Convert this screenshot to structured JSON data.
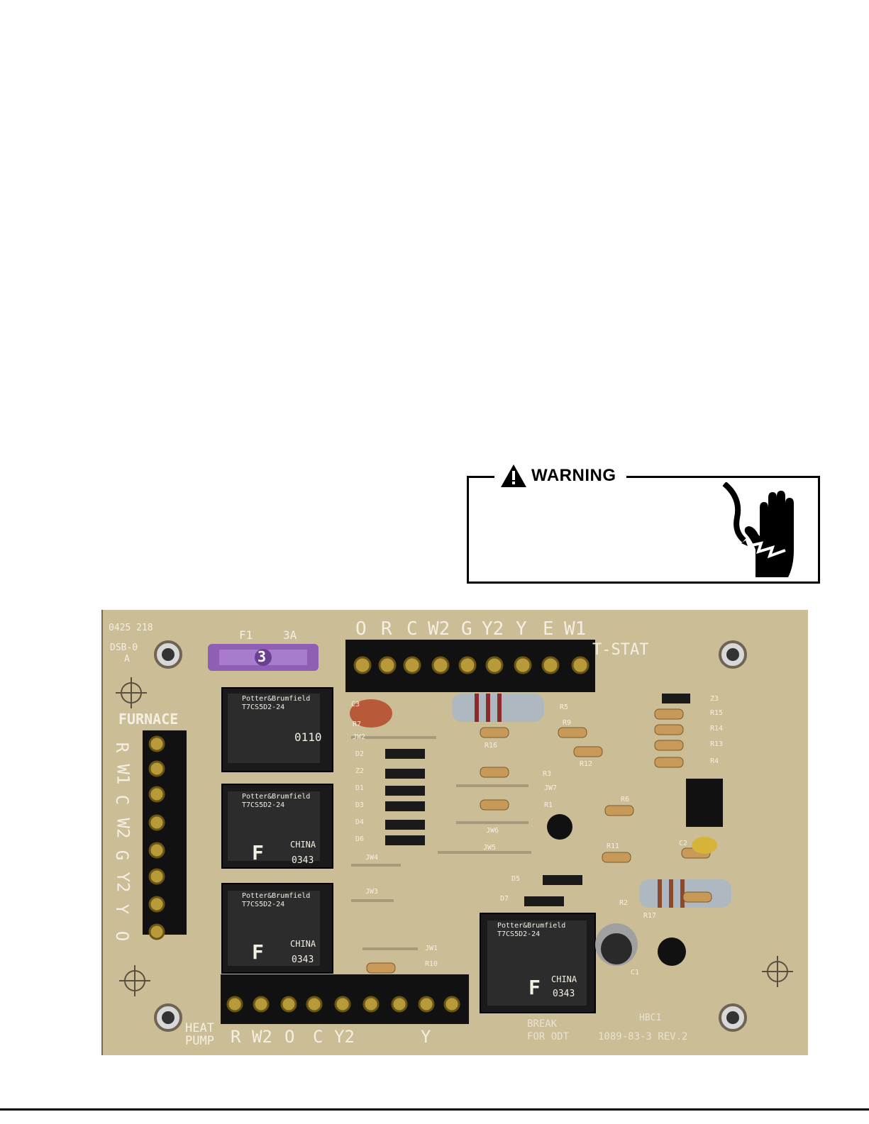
{
  "warning": {
    "title": "WARNING",
    "icons": [
      "warning-triangle-icon",
      "electric-shock-hand-icon"
    ]
  },
  "board": {
    "tstat_terminals": [
      "O",
      "R",
      "C",
      "W2",
      "G",
      "Y2",
      "Y",
      "E",
      "W1"
    ],
    "tstat_label": "T-STAT",
    "furnace_label": "FURNACE",
    "furnace_terminals": [
      "R",
      "W1",
      "C",
      "W2",
      "G",
      "Y2",
      "Y",
      "O"
    ],
    "fuse_label": "F1",
    "fuse_rating": "3A",
    "fuse_number": "3",
    "corner_code": "0425 218",
    "corner_code2": "DSB-0",
    "corner_code3": "A",
    "heat_pump_label_1": "HEAT",
    "heat_pump_label_2": "PUMP",
    "heat_pump_terminals": [
      "R",
      "W2",
      "O",
      "C",
      "Y2",
      "",
      "",
      "Y",
      ""
    ],
    "break_label_1": "BREAK",
    "break_label_2": "FOR ODT",
    "part_number": "1089-83-3 REV.2",
    "board_name": "HBC1",
    "relays": [
      {
        "brand": "Potter&Brumfield",
        "model": "T7CS5D2-24",
        "code": "0110"
      },
      {
        "brand": "Potter&Brumfield",
        "model": "T7CS5D2-24",
        "origin": "CHINA",
        "code": "0343",
        "mark": "F"
      },
      {
        "brand": "Potter&Brumfield",
        "model": "T7CS5D2-24",
        "origin": "CHINA",
        "code": "0343",
        "mark": "F"
      },
      {
        "brand": "Potter&Brumfield",
        "model": "T7CS5D2-24",
        "origin": "CHINA",
        "code": "0343",
        "mark": "F"
      }
    ],
    "component_labels": [
      "R5",
      "R9",
      "R16",
      "R12",
      "R3",
      "JW7",
      "R1",
      "JW6",
      "JW5",
      "JW4",
      "JW3",
      "JW1",
      "R10",
      "R6",
      "R11",
      "R2",
      "R17",
      "C1",
      "C2",
      "Z3",
      "R15",
      "R14",
      "R13",
      "R4",
      "D5",
      "D7",
      "JW2",
      "D2",
      "Z2",
      "D1",
      "D3",
      "D4",
      "D6",
      "R7",
      "C3"
    ]
  }
}
